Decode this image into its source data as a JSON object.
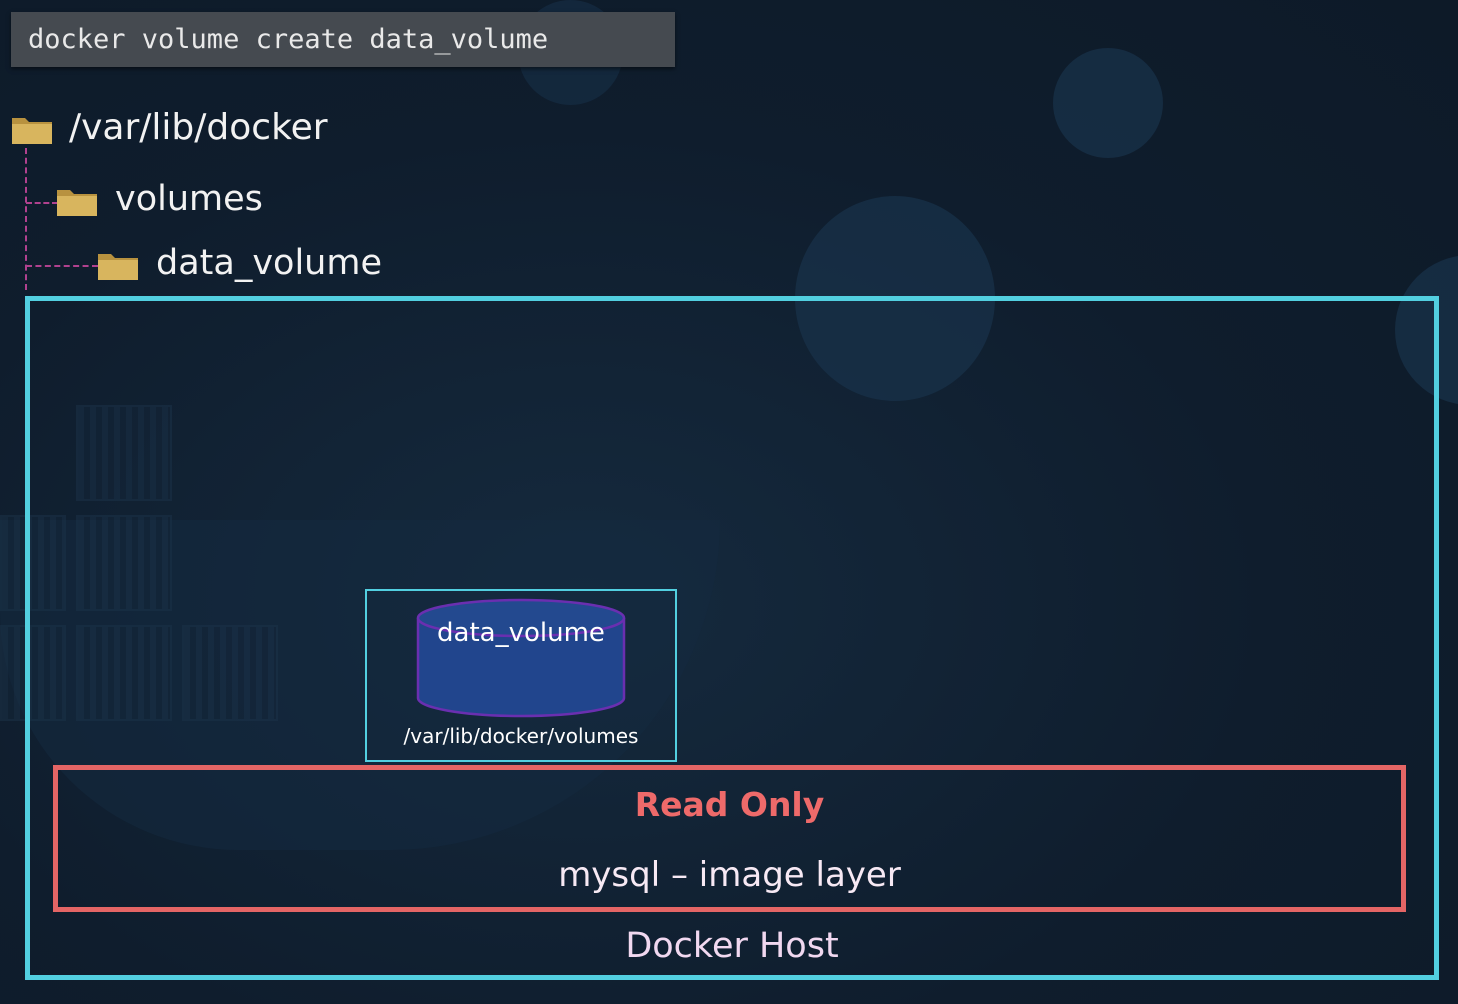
{
  "command": "docker volume create data_volume",
  "tree": {
    "root": {
      "label": "/var/lib/docker",
      "icon": "folder-icon"
    },
    "child": {
      "label": "volumes",
      "icon": "folder-icon"
    },
    "grandchild": {
      "label": "data_volume",
      "icon": "folder-icon"
    }
  },
  "host": {
    "label": "Docker Host"
  },
  "readonly_layer": {
    "title": "Read Only",
    "subtitle": "mysql – image layer"
  },
  "volume": {
    "name": "data_volume",
    "path": "/var/lib/docker/volumes",
    "icon": "database-cylinder-icon"
  },
  "colors": {
    "host_border": "#52cfe0",
    "readonly_border": "#e46565",
    "readonly_title": "#ee6a6a",
    "tree_connector": "#b0418e",
    "folder": "#d8b55e",
    "cylinder_fill": "#21458d",
    "cylinder_stroke": "#6a2fb0"
  }
}
